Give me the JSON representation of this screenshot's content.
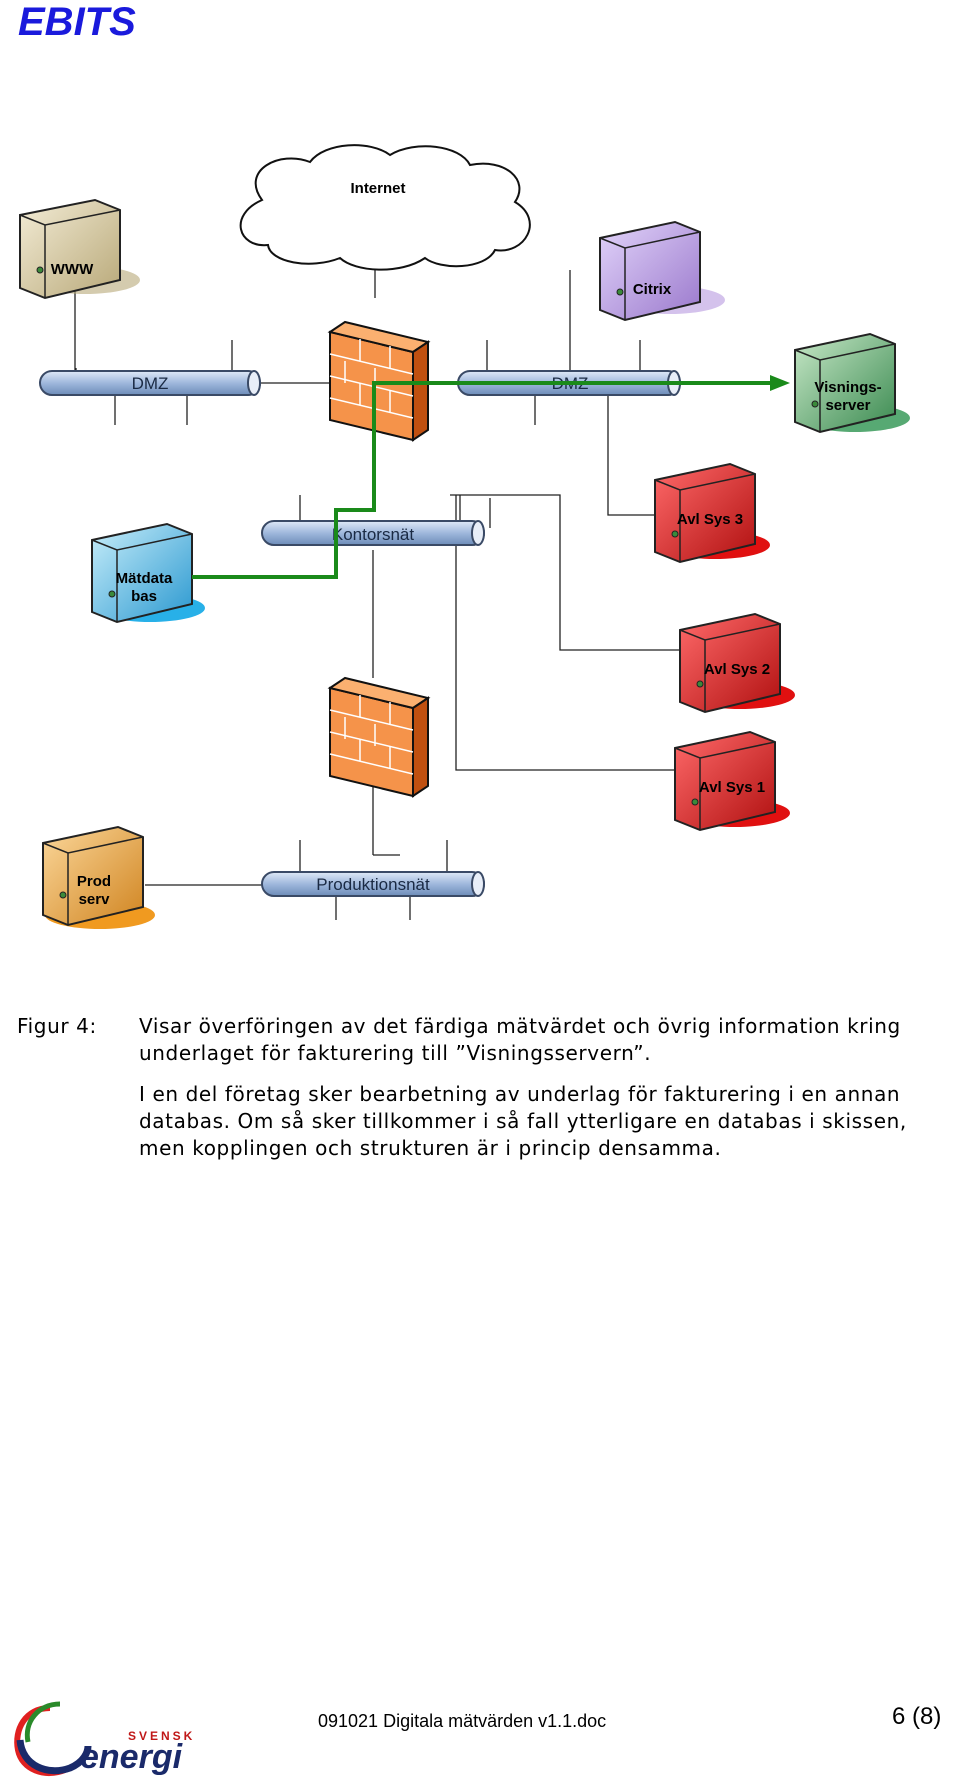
{
  "header": {
    "title": "EBITS"
  },
  "diagram": {
    "cloud_label": "Internet",
    "servers": {
      "www": "WWW",
      "citrix": "Citrix",
      "visning_line1": "Visnings-",
      "visning_line2": "server",
      "avl3": "Avl Sys 3",
      "avl2": "Avl Sys 2",
      "avl1": "Avl Sys 1",
      "matdata_line1": "Mätdata",
      "matdata_line2": "bas",
      "prod_line1": "Prod",
      "prod_line2": "serv"
    },
    "networks": {
      "dmz1": "DMZ",
      "dmz2": "DMZ",
      "kontor": "Kontorsnät",
      "produktion": "Produktionsnät"
    },
    "colors": {
      "green_path": "#1a8a1a",
      "pipe_fill": "#9fb8dc",
      "firewall": "#f07a28",
      "red_server": "#e02020",
      "beige_server": "#d8cba0",
      "purple_server": "#b89ae0",
      "green_server": "#4aa860",
      "cyan_server": "#40b8e8",
      "orange_server": "#f0a030"
    }
  },
  "caption": {
    "label": "Figur 4:",
    "para1": "Visar överföringen av det färdiga mätvärdet och övrig information kring underlaget för fakturering till ”Visningsservern”.",
    "para2": "I en del företag sker bearbetning av underlag för fakturering i en annan databas. Om så sker tillkommer i så fall ytterligare en databas i skissen, men kopplingen och strukturen är i princip densamma."
  },
  "footer": {
    "logo_top": "SVENSK",
    "logo_bottom": "energi",
    "doc_name": "091021 Digitala mätvärden  v1.1.doc",
    "page": "6 (8)"
  }
}
